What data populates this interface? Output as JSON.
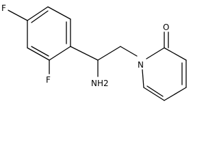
{
  "structure": {
    "atom_labels": {
      "fluorine_top": "F",
      "fluorine_ortho": "F",
      "amine": "NH2",
      "ring_nitrogen": "N",
      "carbonyl_oxygen": "O"
    }
  },
  "colors": {
    "background": "#ffffff",
    "bond": "#000000",
    "label": "#000000"
  }
}
